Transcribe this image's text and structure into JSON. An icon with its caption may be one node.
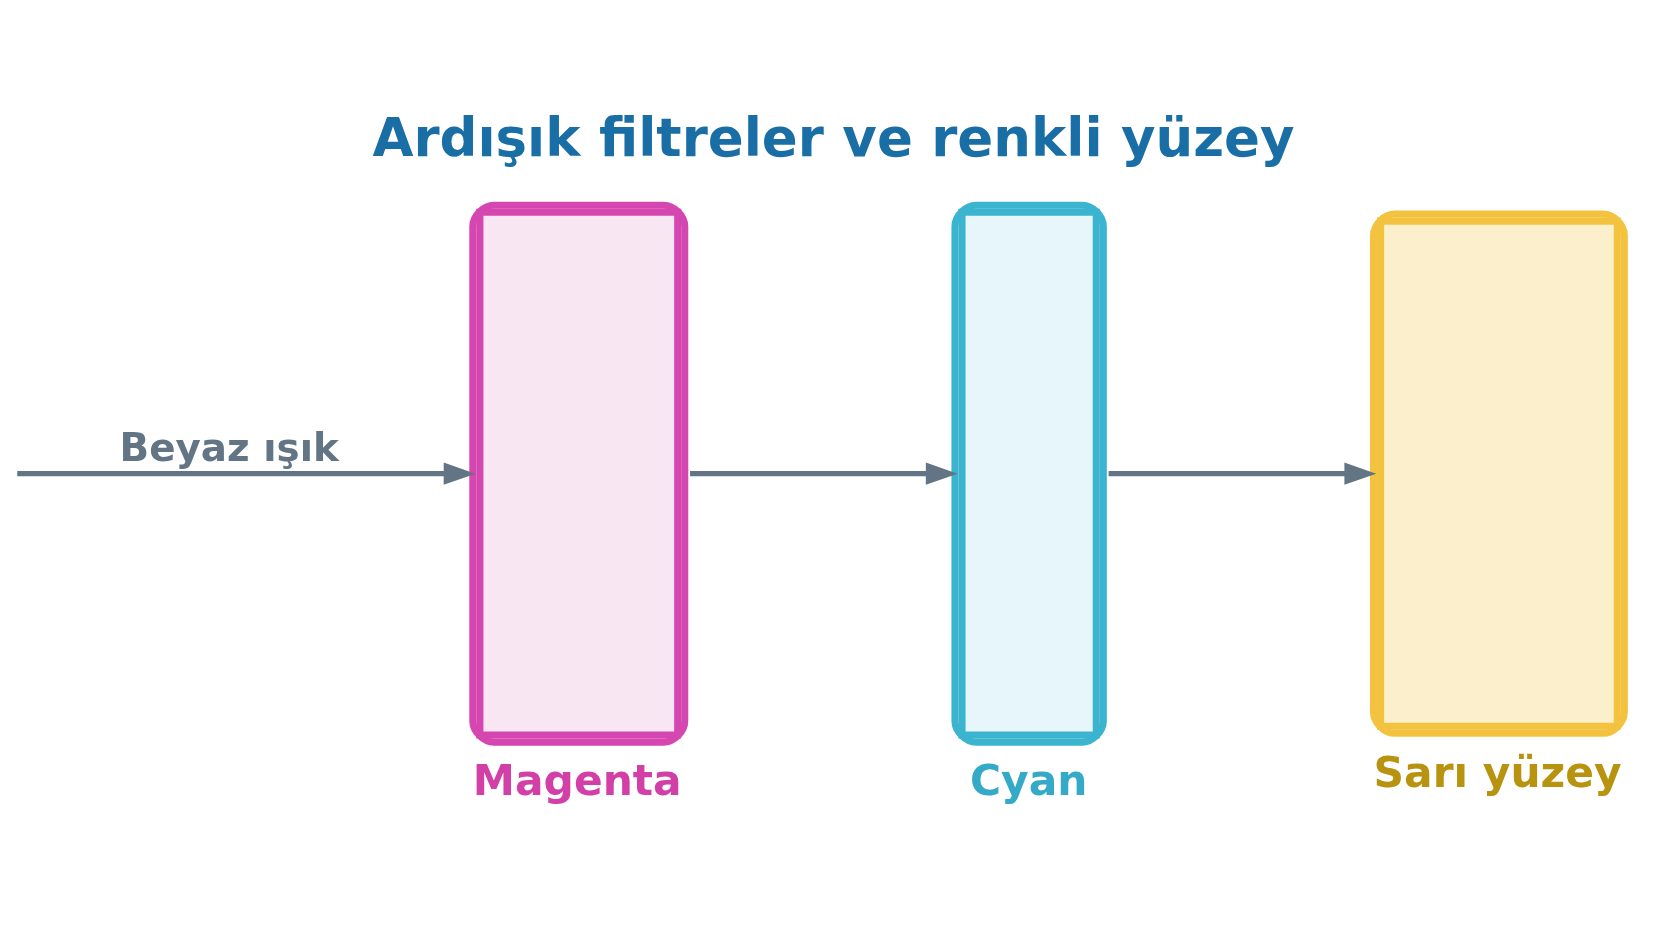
{
  "diagram": {
    "title": "Ardışık filtreler ve renkli yüzey",
    "nodes": [
      {
        "text": [
          "Magenta"
        ]
      },
      {
        "text": [
          "Cyan"
        ]
      },
      {
        "text": [
          "Sarı yüzey"
        ]
      }
    ],
    "edges": [
      {
        "from": null,
        "to": 0,
        "arrow": "to",
        "label": "Beyaz ışık"
      },
      {
        "from": 0,
        "to": 1,
        "arrow": "to"
      },
      {
        "from": 1,
        "to": 2,
        "arrow": "to"
      }
    ]
  }
}
